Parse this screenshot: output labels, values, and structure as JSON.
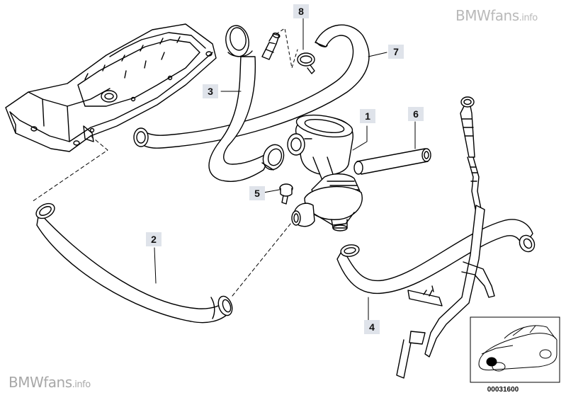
{
  "watermark_top": {
    "brand": "BMWfans",
    "tld": ".info"
  },
  "watermark_bottom": {
    "brand": "BMWfans",
    "tld": ".info"
  },
  "callouts": [
    "1",
    "2",
    "3",
    "4",
    "5",
    "6",
    "7",
    "8"
  ],
  "inset": {
    "code": "00031600"
  },
  "colors": {
    "line": "#000000",
    "callout_bg": "#dfe3ea",
    "watermark": "#b9b9b9"
  }
}
